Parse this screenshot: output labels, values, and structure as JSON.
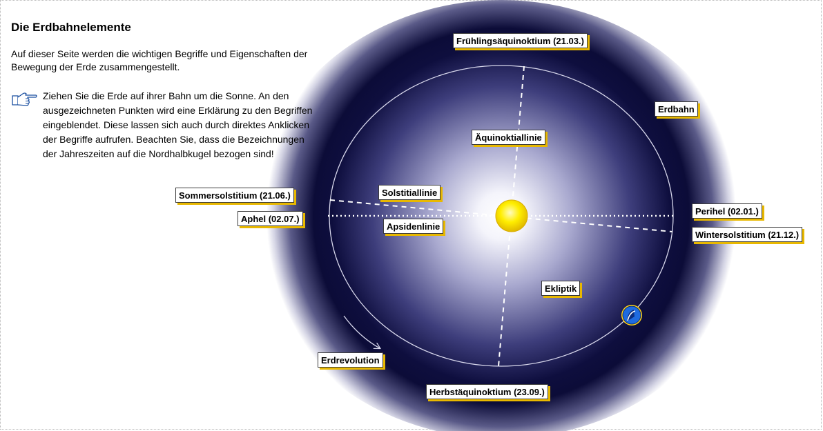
{
  "page": {
    "title": "Die Erdbahnelemente",
    "intro": "Auf dieser Seite werden die wichtigen Begriffe und Eigenschaften der Bewegung der Erde zusammengestellt.",
    "hint": "Ziehen Sie die Erde auf ihrer Bahn um die Sonne. An den ausgezeichneten Punkten wird eine Erklärung zu den Begriffen eingeblendet. Diese lassen sich auch durch direktes Anklicken der Begriffe aufrufen. Beachten Sie, dass die Bezeichnungen der Jahres­zeiten auf die Nordhalbkugel bezogen sind!",
    "hint_icon": "pointing-hand-icon"
  },
  "labels": {
    "fruehlingsaequinoktium": "Frühlingsäquinoktium (21.03.)",
    "erdbahn": "Erdbahn",
    "aequinoktiallinie": "Äquinoktiallinie",
    "solstitiallinie": "Solstitiallinie",
    "sommersolstitium": "Sommersolstitium (21.06.)",
    "aphel": "Aphel (02.07.)",
    "apsidenlinie": "Apsidenlinie",
    "perihel": "Perihel (02.01.)",
    "wintersolstitium": "Wintersolstitium (21.12.)",
    "ekliptik": "Ekliptik",
    "erdrevolution": "Erdrevolution",
    "herbstaequinoktium": "Herbstäquinoktium (23.09.)"
  },
  "colors": {
    "space_dark": "#0b0b3a",
    "orbit": "#d8d8ec",
    "sun": "#ffe600",
    "earth": "#1e6be0",
    "label_shadow": "#e8b800"
  }
}
